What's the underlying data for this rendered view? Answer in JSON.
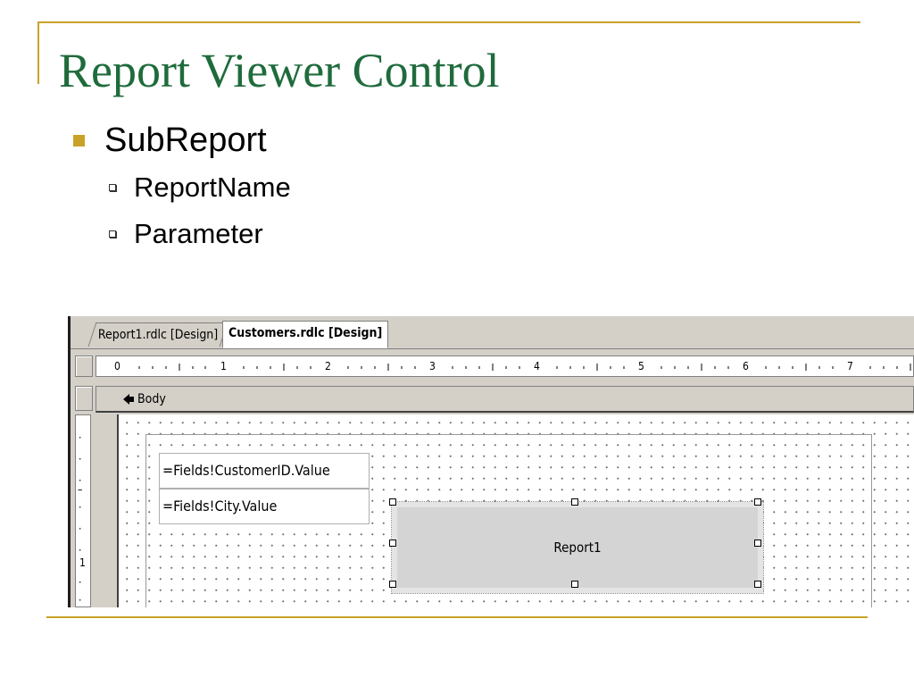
{
  "slide": {
    "title": "Report Viewer Control",
    "bullet": "SubReport",
    "sub_bullets": [
      "ReportName",
      "Parameter"
    ]
  },
  "designer": {
    "tabs": [
      {
        "label": "Report1.rdlc [Design]",
        "active": false
      },
      {
        "label": "Customers.rdlc [Design]",
        "active": true
      }
    ],
    "ruler_marks": [
      "0",
      "1",
      "2",
      "3",
      "4",
      "5",
      "6",
      "7"
    ],
    "left_ruler_marks": [
      "1"
    ],
    "section_label": "Body",
    "textboxes": [
      "=Fields!CustomerID.Value",
      "=Fields!City.Value"
    ],
    "subreport_label": "Report1"
  },
  "colors": {
    "title": "#1f6b3c",
    "accent": "#c9a227",
    "designer_gray": "#d4d0c8"
  },
  "icons": {
    "bullet_primary": "filled-square-bullet",
    "bullet_secondary": "hollow-square-bullet",
    "section_toggle": "collapse-arrow-icon"
  }
}
